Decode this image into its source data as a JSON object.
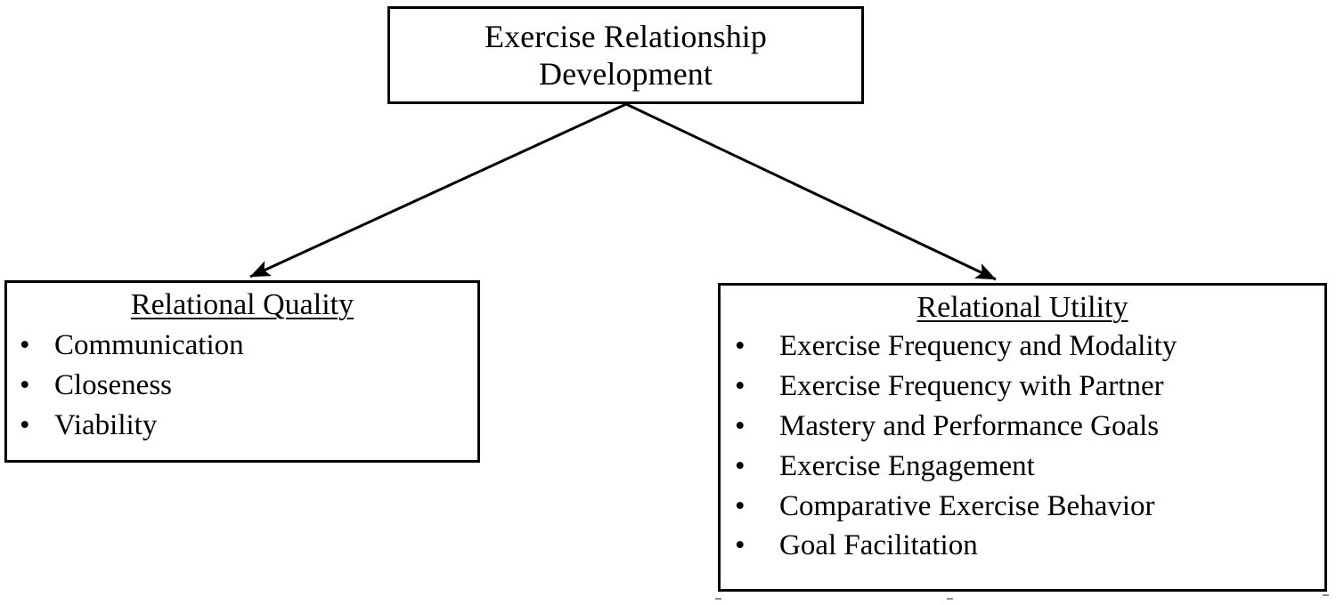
{
  "diagram": {
    "title": "Exercise Relationship Development",
    "root": {
      "label": "Exercise Relationship Development"
    },
    "children": [
      {
        "id": "relational-quality",
        "heading": "Relational Quality",
        "bullet_glyph": "•",
        "items": [
          "Communication",
          "Closeness",
          "Viability"
        ]
      },
      {
        "id": "relational-utility",
        "heading": "Relational Utility",
        "bullet_glyph": "•",
        "items": [
          "Exercise Frequency and Modality",
          "Exercise Frequency with Partner",
          "Mastery and Performance Goals",
          "Exercise Engagement",
          "Comparative Exercise Behavior",
          "Goal Facilitation"
        ]
      }
    ],
    "connectors": [
      {
        "from": "root",
        "to": "relational-quality",
        "style": "arrow"
      },
      {
        "from": "root",
        "to": "relational-utility",
        "style": "arrow"
      }
    ],
    "colors": {
      "background": "#ffffff",
      "stroke": "#000000",
      "text": "#000000"
    }
  }
}
